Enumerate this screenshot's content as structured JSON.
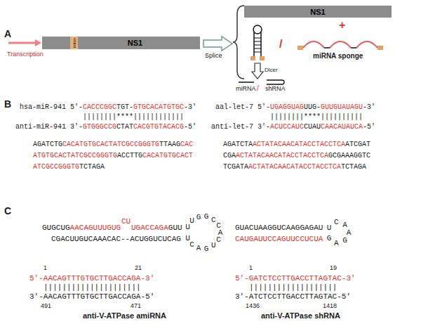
{
  "diagram": {
    "nodes": [
      {
        "text": [
          "NS1"
        ]
      },
      {
        "text": [
          "intron"
        ],
        "in": 0
      },
      {
        "text": [
          "NS1"
        ]
      }
    ],
    "labels": [
      "A",
      "Transcription",
      "Splice",
      "+",
      "/",
      "miRNA sponge",
      "Dicer",
      "miRNA",
      "/",
      "shRNA",
      "B",
      "hsa-miR-941 5'-",
      "CACCCGGC",
      "TGT-",
      "GTGCACATGTGC",
      "-3'",
      "||||||||****||||||||||||",
      "anti-miR-941 3'-",
      "GTGGGCCG",
      "CTAT",
      "CACGTGTACACG",
      "-5'",
      "aal-let-7 5'-",
      "UGAGGUAG",
      "UUG-",
      "GUUGUAUAGU",
      "-3'",
      "||||||||****||||||||||",
      "anti-let-7 3'-",
      "ACUCCAUC",
      "CUAU",
      "CAACAUAUCA",
      "-5'",
      "AGATCTG",
      "CACATGTGCACTATCGCCGGGTG",
      "TTAAG",
      "CAC",
      "ATGTGCACTATCGCCGGGTG",
      "ACCTTG",
      "CACATGTGCACT",
      "ATCGCCGGGTG",
      "TCTAGA",
      "AGATCTA",
      "ACTATACAACATACCTACCTCA",
      "ATCGAT",
      "CGA",
      "ACTATACAACATACCTACCTCA",
      "GCGAAAGGTC",
      "TCGATA",
      "ACTATACAACATACCTACCTCA",
      "TCTAGA",
      "C",
      "GUGCUG",
      "AACAGUUUGUG",
      "CU",
      "UGACCAGA",
      "GUU",
      "U",
      "U",
      "G",
      "G",
      "C",
      "C",
      "A",
      "C",
      "U",
      "G",
      "A",
      "C",
      "U",
      "CGACUUGUCAAACAC--ACUGGUCUCAG",
      "GUACUAAGGUCAAGGAGAU",
      "U",
      "C",
      "A",
      "A",
      "G",
      "A",
      "G",
      "CAUGAUUCCAGUUCCUCUA",
      "1",
      "21",
      "5'-AACAGTTTGTGCTTGACCAGA-3'",
      "|||||||||||||||||||||",
      "3'-AACAGTTTGTGCTTGACCAGA-5'",
      "491",
      "471",
      "anti-V-ATPase amiRNA",
      "1",
      "19",
      "5'-GATCTCCTTGACCTTAGTAC-3'",
      "|||||||||||||||||||",
      "3'-ATCTCCTTGACCTTAGTAC-5'",
      "1436",
      "1418",
      "anti-V-ATPase shRNA"
    ]
  }
}
